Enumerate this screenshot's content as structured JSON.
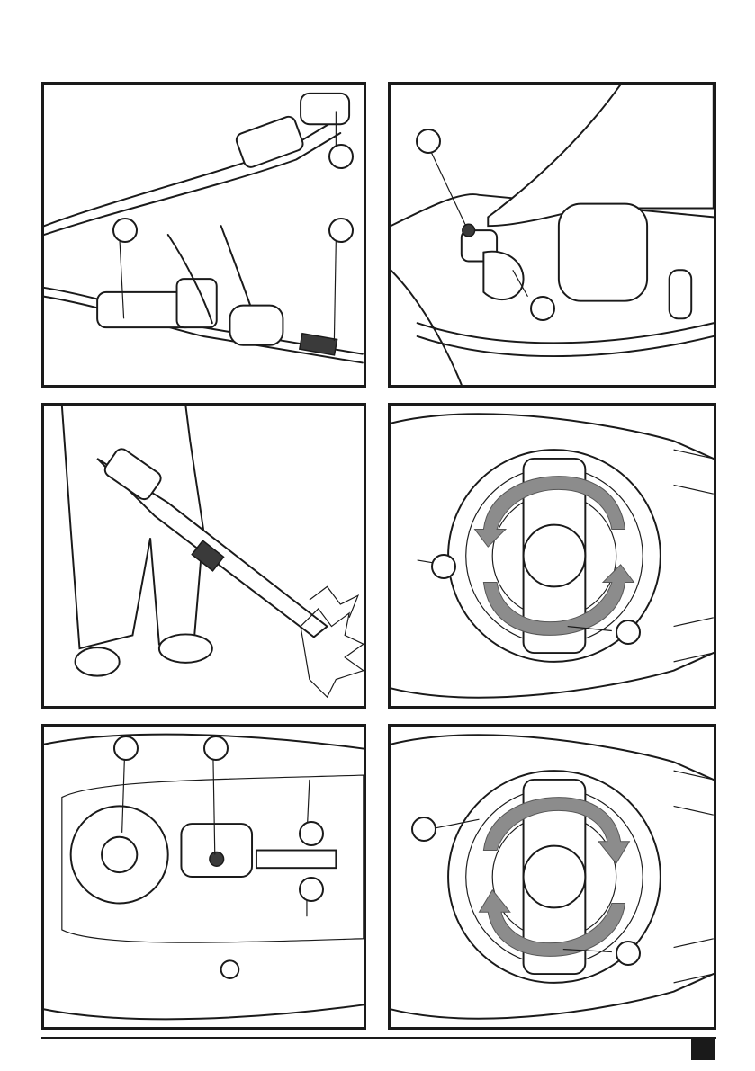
{
  "panels": [
    {
      "id": "fig-1",
      "callouts": []
    },
    {
      "id": "fig-2",
      "callouts": []
    },
    {
      "id": "fig-3",
      "callouts": []
    },
    {
      "id": "fig-4",
      "callouts": []
    },
    {
      "id": "fig-5",
      "callouts": []
    },
    {
      "id": "fig-6",
      "callouts": []
    }
  ],
  "icons": {
    "page_marker": "black-square-icon",
    "rotation_arrows": "rotate-arrows-icon"
  },
  "colors": {
    "ink": "#1a1a1a",
    "arrow_fill": "#8c8c8c",
    "background": "#ffffff"
  }
}
